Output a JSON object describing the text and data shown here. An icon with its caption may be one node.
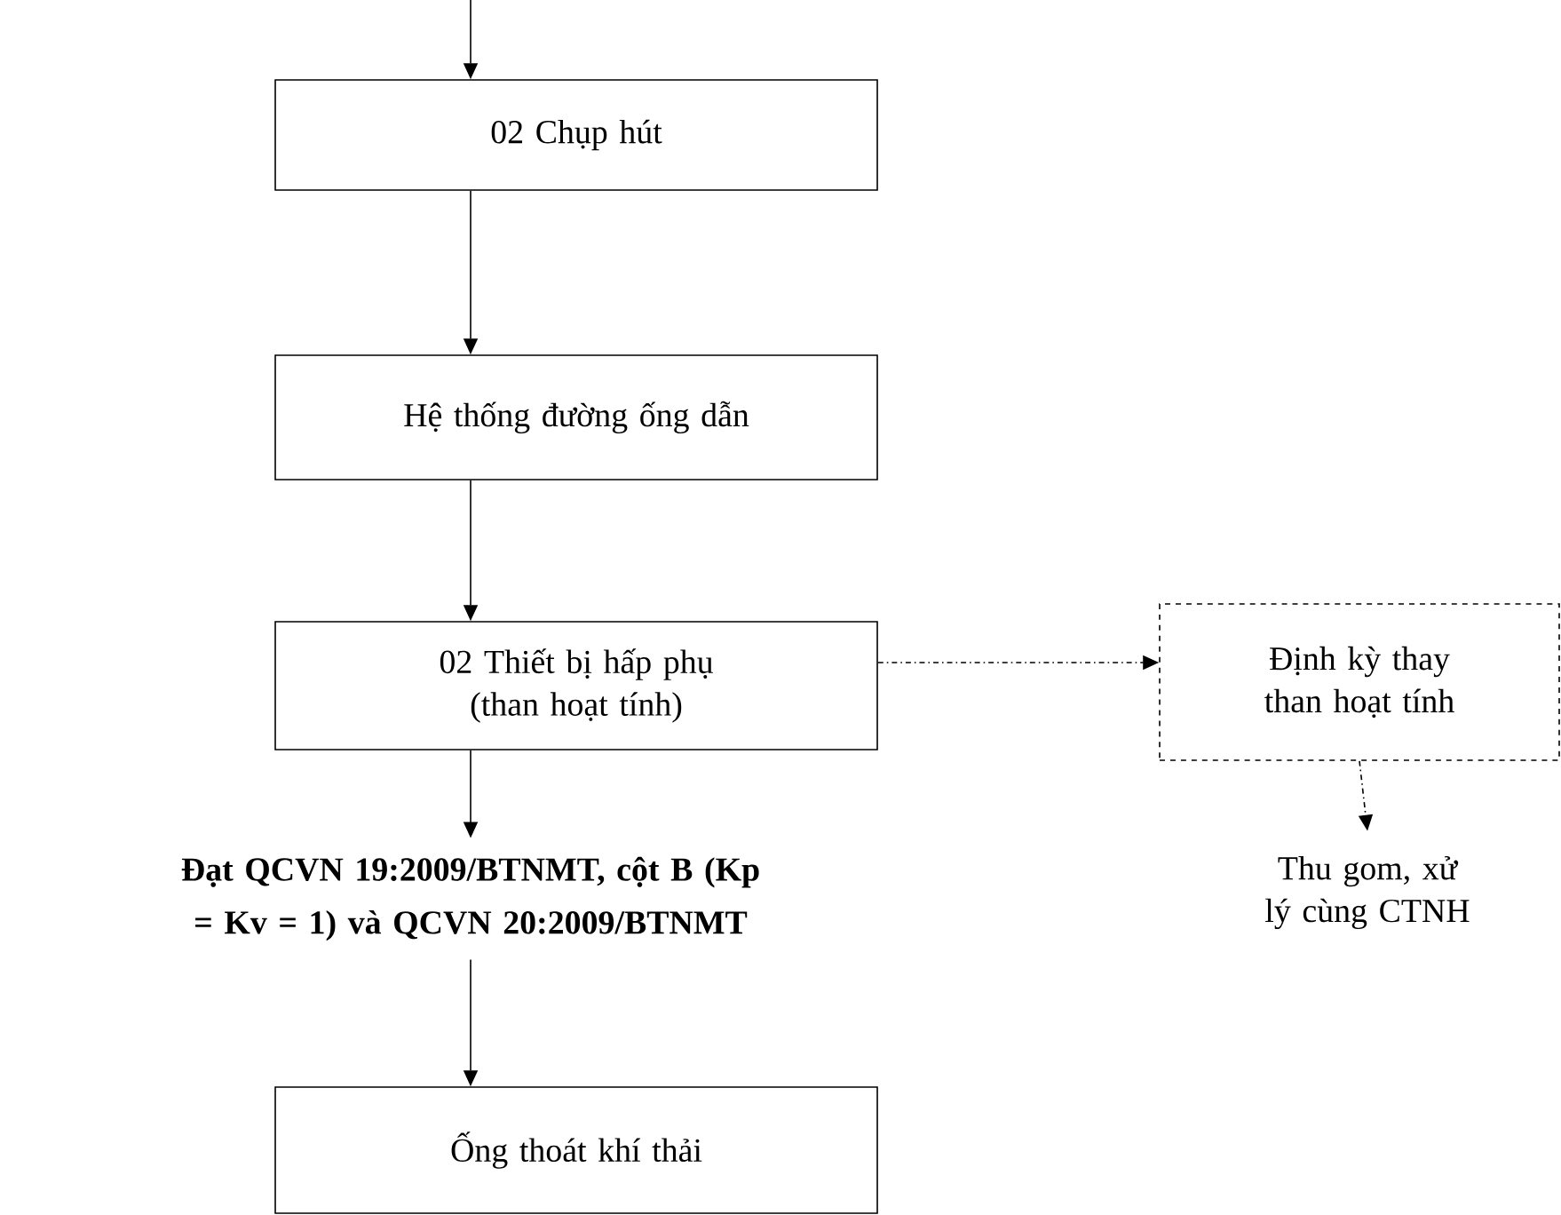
{
  "diagram": {
    "nodes": [
      {
        "text": [
          "02 Chụp hút"
        ]
      },
      {
        "text": [
          "Hệ thống đường ống dẫn"
        ]
      },
      {
        "text": [
          "02 Thiết bị hấp phụ (than hoạt tính)"
        ]
      },
      {
        "text": [
          "Định kỳ thay than hoạt tính"
        ]
      },
      {
        "text": [
          "Đạt QCVN 19:2009/BTNMT, cột B (Kp = Kv = 1) và QCVN 20:2009/BTNMT"
        ]
      },
      {
        "text": [
          "Thu gom, xử lý cùng CTNH"
        ]
      },
      {
        "text": [
          "Ống thoát khí thải"
        ]
      }
    ],
    "edges": [
      {
        "from": null,
        "to": 0,
        "arrow": "to"
      },
      {
        "from": 0,
        "to": 1,
        "arrow": "to"
      },
      {
        "from": 1,
        "to": 2,
        "arrow": "to"
      },
      {
        "from": 2,
        "to": 3,
        "arrow": "to",
        "style": "dashed"
      },
      {
        "from": 3,
        "to": 5,
        "arrow": "to",
        "style": "dashed"
      },
      {
        "from": 2,
        "to": 4,
        "arrow": "to"
      },
      {
        "from": 4,
        "to": 6,
        "arrow": "to"
      }
    ]
  }
}
